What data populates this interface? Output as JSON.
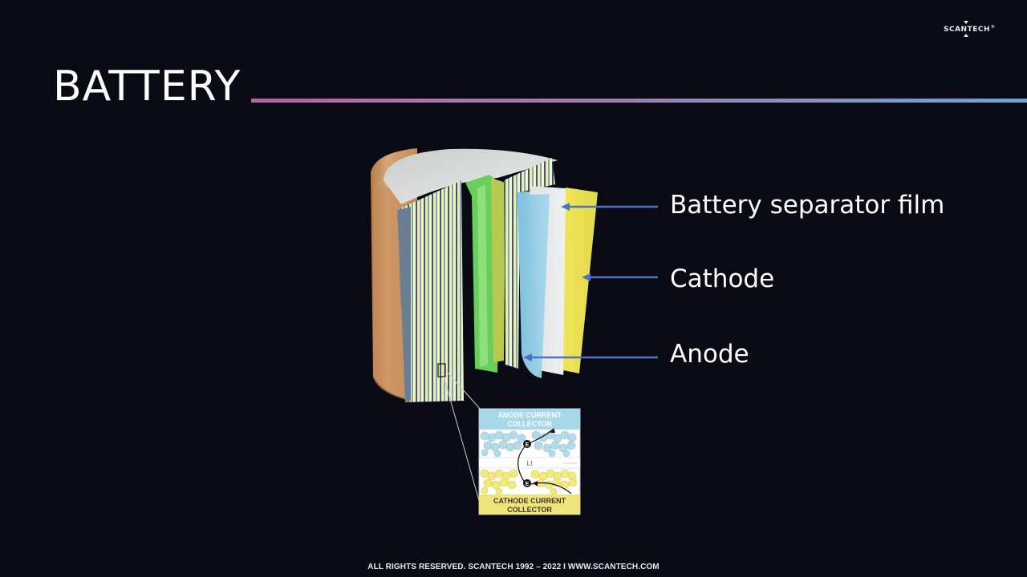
{
  "brand": {
    "logo_text": "SCANTECH",
    "registered_mark": "®"
  },
  "header": {
    "title": "BATTERY",
    "rule_gradient": [
      "#b5679f",
      "#9b82b0",
      "#6fa2d6"
    ]
  },
  "diagram": {
    "subject": "Cylindrical lithium-ion battery cutaway",
    "labels": [
      {
        "text": "Battery separator film",
        "arrow_color": "#4f72c4"
      },
      {
        "text": "Cathode",
        "arrow_color": "#4f72c4"
      },
      {
        "text": "Anode",
        "arrow_color": "#4f72c4"
      }
    ],
    "layer_colors": {
      "casing": "#c98f5c",
      "lid": "#d9dcd9",
      "separator": "#e6e8ea",
      "cathode": "#e8df52",
      "anode": "#8fcbe3",
      "core": "#6fd160",
      "current_collector": "#5a6f88"
    },
    "inset": {
      "top_label_line1": "ANODE CURRENT",
      "top_label_line2": "COLLECTOR",
      "middle_label": "LI",
      "electron_label": "E",
      "bottom_label_line1": "CATHODE CURRENT",
      "bottom_label_line2": "COLLECTOR",
      "anode_color": "#a7d8ea",
      "cathode_color": "#efe37a"
    }
  },
  "footer": {
    "text": "ALL RIGHTS RESERVED. SCANTECH 1992 – 2022 I WWW.SCANTECH.COM"
  }
}
